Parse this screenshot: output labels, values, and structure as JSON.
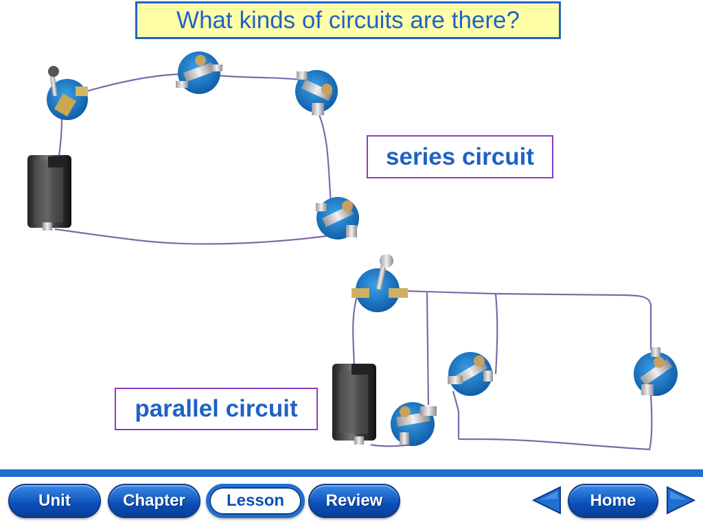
{
  "title": "What kinds of circuits are there?",
  "labels": {
    "series": "series circuit",
    "parallel": "parallel circuit"
  },
  "nav": {
    "unit": "Unit",
    "chapter": "Chapter",
    "lesson": "Lesson",
    "review": "Review",
    "home": "Home",
    "active": "Lesson"
  },
  "icons": {
    "previous": "left-arrow-icon",
    "next": "right-arrow-icon"
  },
  "colors": {
    "title_text": "#1f62c4",
    "title_bg": "#ffffa8",
    "label_border": "#8a3cc4",
    "component_base": "#1f79c8",
    "wire": "#7a6aa8",
    "nav_blue": "#1f6fd1"
  }
}
